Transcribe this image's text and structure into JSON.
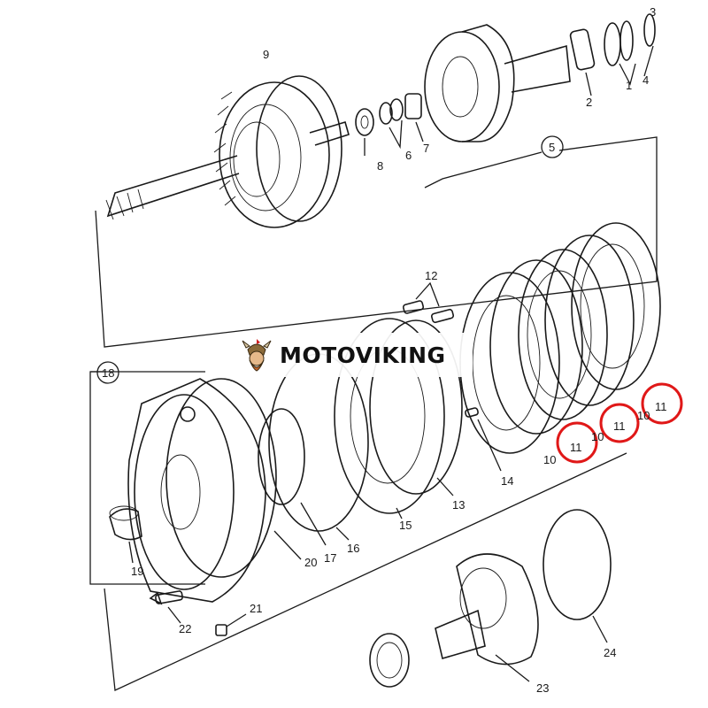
{
  "diagram": {
    "brand": "MOTOVIKING",
    "highlight_color": "#e01818",
    "labels": {
      "p1": "1",
      "p2": "2",
      "p3": "3",
      "p4": "4",
      "p5": "5",
      "p6": "6",
      "p7": "7",
      "p8": "8",
      "p9": "9",
      "p10a": "10",
      "p10b": "10",
      "p10c": "10",
      "p11a": "11",
      "p11b": "11",
      "p11c": "11",
      "p12": "12",
      "p13": "13",
      "p14": "14",
      "p15": "15",
      "p16": "16",
      "p17": "17",
      "p18": "18",
      "p19": "19",
      "p20": "20",
      "p21": "21",
      "p22": "22",
      "p23": "23",
      "p24": "24"
    }
  }
}
